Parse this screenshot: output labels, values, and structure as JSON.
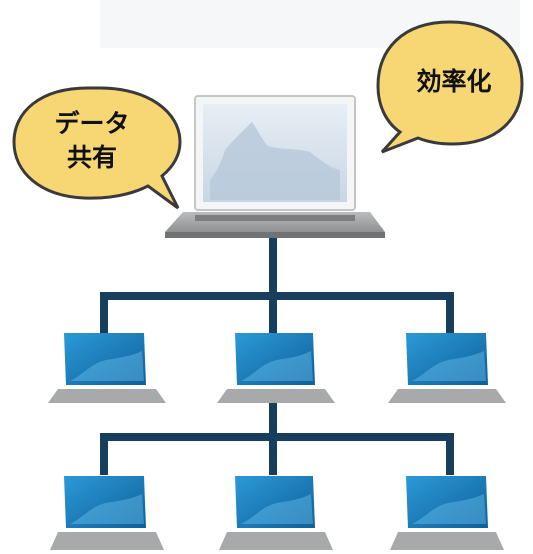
{
  "bubbles": {
    "left": {
      "line1": "データ",
      "line2": "共有"
    },
    "right": {
      "text": "効率化"
    }
  },
  "network": {
    "server": {
      "label": ""
    },
    "clients_tier1": 3,
    "clients_tier2": 3
  },
  "colors": {
    "bubble_fill": "#f7d774",
    "bubble_stroke": "#3a3a3a",
    "wire": "#173e5c",
    "laptop_screen_blue": "#1a7fc4",
    "laptop_base_gray": "#a7a9ab",
    "server_screen": "#d8e3ee"
  }
}
